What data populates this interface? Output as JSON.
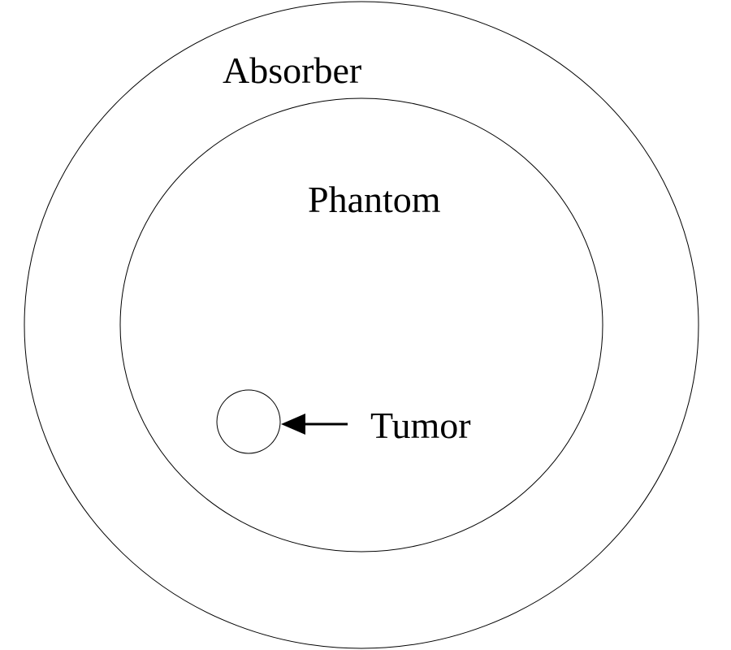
{
  "diagram": {
    "labels": {
      "absorber": "Absorber",
      "phantom": "Phantom",
      "tumor": "Tumor"
    },
    "colors": {
      "stroke": "#000000",
      "background": "#ffffff"
    }
  }
}
